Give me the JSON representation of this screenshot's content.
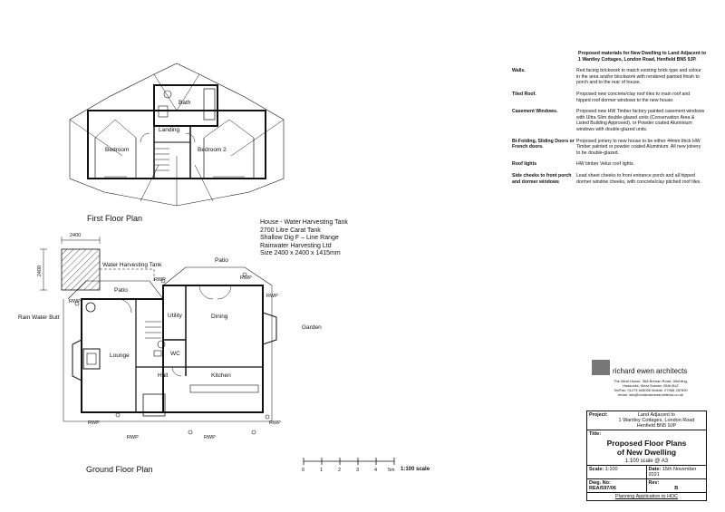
{
  "plans": {
    "first_floor_title": "First Floor Plan",
    "ground_floor_title": "Ground Floor Plan"
  },
  "first_floor_rooms": {
    "bath": "Bath",
    "landing": "Landing",
    "bedroom1": "Bedroom",
    "bedroom2": "Bedroom 2"
  },
  "ground_floor_rooms": {
    "patio_left": "Patio",
    "patio_top": "Patio",
    "utility": "Utility",
    "dining": "Dining",
    "lounge": "Lounge",
    "wc": "WC",
    "hall": "Hall",
    "kitchen": "Kitchen",
    "garden": "Garden",
    "water_tank": "Water Harvesting Tank",
    "rain_butt": "Rain Water Butt",
    "dim_width": "2400",
    "dim_height": "2400",
    "rwp": "RWP"
  },
  "tank_notes": [
    "House - Water Harvesting Tank",
    "2700 Litre Carat Tank",
    "Shallow Dig F – Line Range",
    "Rainwater Harvesting Ltd",
    "Size 2400 x 2400 x 1415mm"
  ],
  "scale_bar": {
    "ticks": [
      "0",
      "1",
      "2",
      "3",
      "4",
      "5m"
    ],
    "label": "1:100 scale"
  },
  "specification": {
    "heading": "Proposed materials for New Dwelling to Land Adjacent to 1 Wantley Cottages, London Road, Henfield BN5 9JP.",
    "rows": [
      {
        "label": "Walls.",
        "text": "Red facing brickwork to match existing brick type and colour in the area and/or blockwork with rendered painted finish to porch and to the rear of house."
      },
      {
        "label": "Tiled Roof.",
        "text": "Proposed new concrete/clay roof tiles to main roof and hipped roof dormer windows to the new house."
      },
      {
        "label": "Casement Windows.",
        "text": "Proposed new HW Timber factory painted casement windows with Ultra Slim double-glazed units (Conservation Area & Listed Building Approved), or Powder coated Aluminium windows with double-glazed units."
      },
      {
        "label": "Bi-Folding, Sliding Doors or French doors.",
        "text": "Proposed joinery to new house to be either 44mm thick HW Timber painted or powder coated Aluminium. All new joinery to be double-glazed."
      },
      {
        "label": "Roof lights",
        "text": "HW timber Velux roof lights."
      },
      {
        "label": "Side cheeks to front porch and dormer windows",
        "text": "Lead sheet cheeks to front entrance porch and all hipped dormer window cheeks, with concrete/clay pitched roof tiles."
      }
    ]
  },
  "firm": {
    "name": "richard ewen architects",
    "address": [
      "The Meal House, 36A Brenan Road, Ditchling,",
      "Hassocks, West Sussex, BN6 8UZ",
      "Tel/Fax: 01273 845096  Mobile: 07966 287690",
      "email: info@richardewenarchitects.co.uk"
    ]
  },
  "title_block": {
    "project_label": "Project:",
    "project_lines": [
      "Land Adjacent to",
      "1 Wantley Cottages, London Road",
      "Henfield BN5 9JP"
    ],
    "title_label": "Title:",
    "title_lines": [
      "Proposed Floor Plans",
      "of New Dwelling"
    ],
    "scale_note": "1:100 scale @ A3",
    "scale_label": "Scale:",
    "scale_value": "1:100",
    "date_label": "Date:",
    "date_value": "15th November 2021",
    "dwg_label": "Dwg. No:",
    "dwg_value": "REA/597/06",
    "rev_label": "Rev:",
    "rev_value": "B",
    "status": "Planning Application to HDC"
  }
}
